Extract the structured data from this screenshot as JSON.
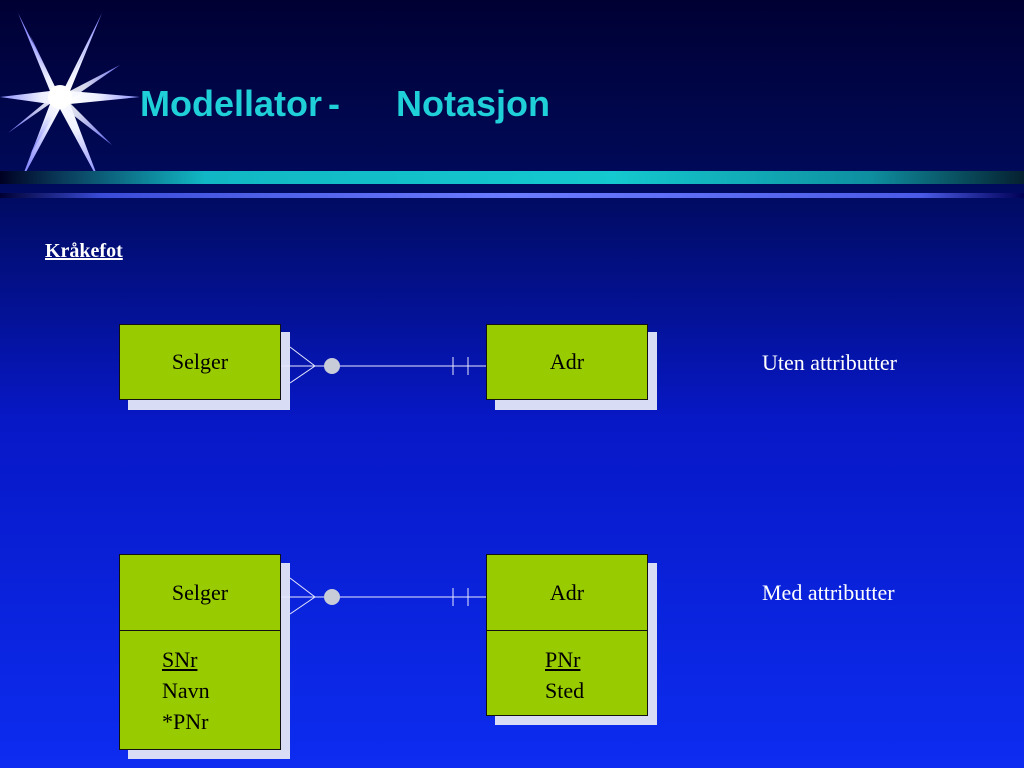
{
  "header": {
    "title_part1": "Modellator",
    "title_dash": "-",
    "title_part2": "Notasjon"
  },
  "section_label": "Kråkefot",
  "diagram_without_attributes": {
    "entity_left": "Selger",
    "entity_right": "Adr",
    "caption": "Uten attributter"
  },
  "diagram_with_attributes": {
    "entity_left": "Selger",
    "entity_left_attributes": [
      "SNr",
      "Navn",
      "*PNr"
    ],
    "entity_right": "Adr",
    "entity_right_attributes": [
      "PNr",
      "Sted"
    ],
    "caption": "Med attributter"
  },
  "colors": {
    "title": "#1fd0d8",
    "entity_fill": "#99cc00",
    "text_light": "#ffffff"
  },
  "icons": [
    "star-burst-icon",
    "crows-foot-many-optional-icon",
    "one-mandatory-icon"
  ]
}
